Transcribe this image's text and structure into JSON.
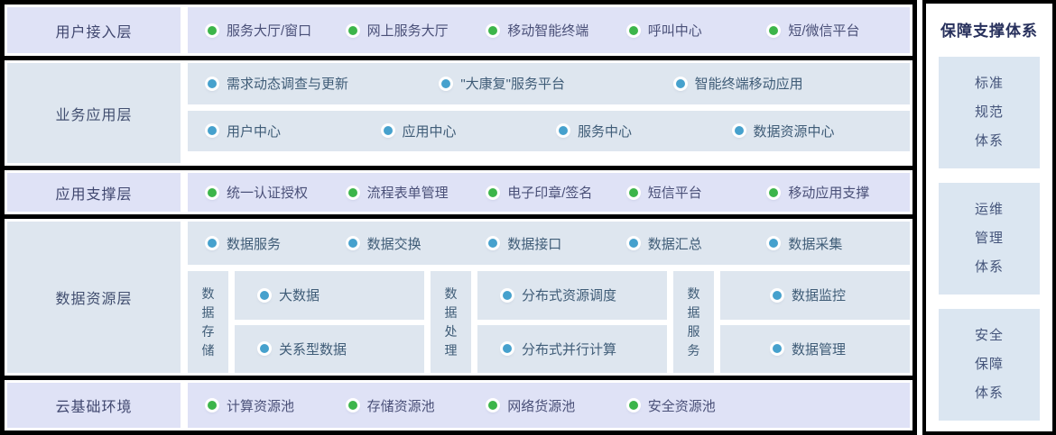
{
  "colors": {
    "accent_green": "#3cb54a",
    "accent_blue": "#46a1cd",
    "lavender_panel": "#dfe2f6",
    "blue_panel": "#dee6ef",
    "sidebar_box": "#dbe6f1",
    "frame": "#000000"
  },
  "layers": [
    {
      "name": "用户接入层",
      "theme": "lavender",
      "rows": [
        {
          "bullet": "green",
          "columns": 5,
          "items": [
            "服务大厅/窗口",
            "网上服务大厅",
            "移动智能终端",
            "呼叫中心",
            "短/微信平台"
          ]
        }
      ]
    },
    {
      "name": "业务应用层",
      "theme": "blue",
      "rows": [
        {
          "bullet": "blue",
          "columns": 3,
          "items": [
            "需求动态调查与更新",
            "\"大康复\"服务平台",
            "智能终端移动应用"
          ]
        },
        {
          "bullet": "blue",
          "columns": 4,
          "items": [
            "用户中心",
            "应用中心",
            "服务中心",
            "数据资源中心"
          ]
        }
      ]
    },
    {
      "name": "应用支撑层",
      "theme": "lavender",
      "rows": [
        {
          "bullet": "green",
          "columns": 5,
          "items": [
            "统一认证授权",
            "流程表单管理",
            "电子印章/签名",
            "短信平台",
            "移动应用支撑"
          ]
        }
      ]
    },
    {
      "name": "数据资源层",
      "theme": "blue",
      "rows": [
        {
          "bullet": "blue",
          "columns": 5,
          "items": [
            "数据服务",
            "数据交换",
            "数据接口",
            "数据汇总",
            "数据采集"
          ]
        }
      ],
      "groups": [
        {
          "label": "数据存储",
          "bullet": "blue",
          "items": [
            "大数据",
            "关系型数据"
          ]
        },
        {
          "label": "数据处理",
          "bullet": "blue",
          "items": [
            "分布式资源调度",
            "分布式并行计算"
          ]
        },
        {
          "label": "数据服务",
          "bullet": "blue",
          "items": [
            "数据监控",
            "数据管理"
          ]
        }
      ]
    },
    {
      "name": "云基础环境",
      "theme": "lavender",
      "rows": [
        {
          "bullet": "green",
          "columns": 5,
          "items": [
            "计算资源池",
            "存储资源池",
            "网络货源池",
            "安全资源池"
          ]
        }
      ]
    }
  ],
  "sidebar": {
    "title": "保障支撑体系",
    "boxes": [
      "标准规范体系",
      "运维管理体系",
      "安全保障体系"
    ]
  }
}
